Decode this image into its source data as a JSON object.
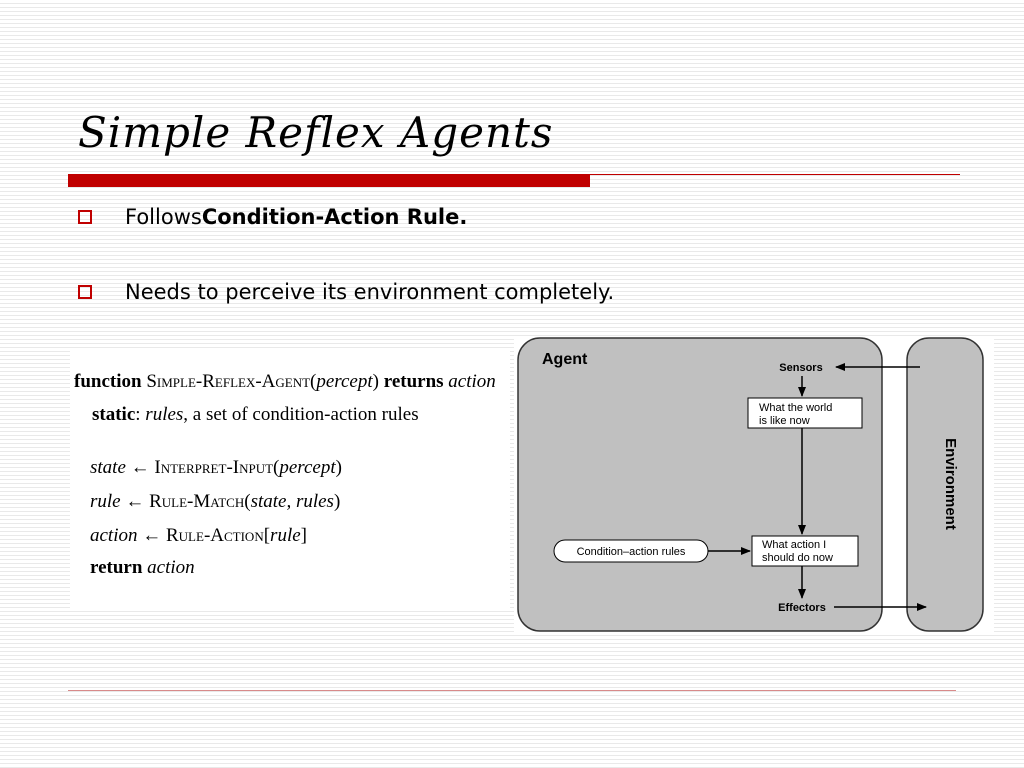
{
  "slide": {
    "title": "Simple  Reflex  Agents",
    "bullets": [
      {
        "prefix": "Follows ",
        "bold": "Condition-Action Rule."
      },
      {
        "prefix": "Needs to perceive  its environment completely.",
        "bold": ""
      }
    ]
  },
  "code": {
    "function_kw": "function",
    "function_name": "Simple-Reflex-Agent",
    "function_param": "percept",
    "returns_kw": "returns",
    "returns_val": "action",
    "static_kw": "static",
    "static_var": "rules",
    "static_desc": ", a set of condition-action rules",
    "state_var": "state",
    "interpret_fn": "Interpret-Input",
    "interpret_arg": "percept",
    "rule_var": "rule",
    "match_fn": "Rule-Match",
    "match_args": "state, rules",
    "action_var": "action",
    "action_fn": "Rule-Action",
    "action_arg": "rule",
    "return_kw": "return",
    "return_val": "action"
  },
  "diagram": {
    "agent_label": "Agent",
    "environment_label": "Environment",
    "sensors_label": "Sensors",
    "effectors_label": "Effectors",
    "world_box": [
      "What the world",
      "is like now"
    ],
    "action_box": [
      "What action I",
      "should do now"
    ],
    "rules_label": "Condition–action rules",
    "colors": {
      "panel": "#c0c0c0",
      "accent": "#c00000"
    }
  }
}
